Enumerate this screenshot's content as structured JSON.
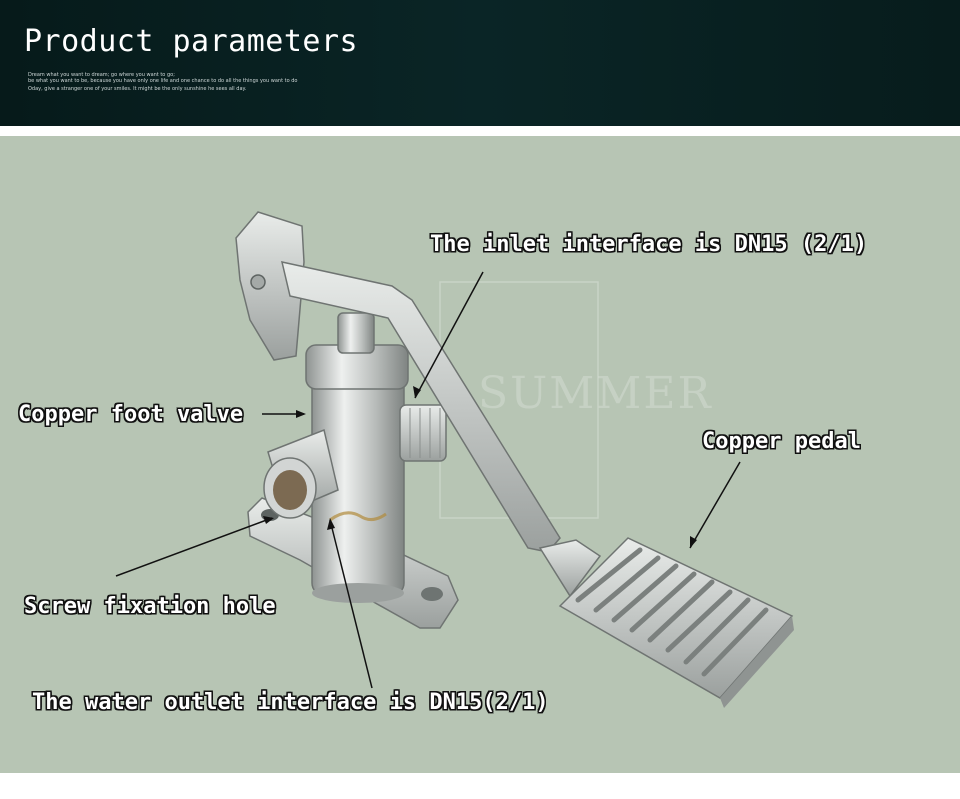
{
  "header": {
    "title": "Product parameters",
    "taglines": [
      "Dream what you want to dream; go where you want to go;",
      "be what you want to be, because you have only one life and one chance to do all the things you want to do",
      "Oday, give a stranger one of your smiles. It might be the only sunshine he sees all day."
    ]
  },
  "watermark": "SUMMER",
  "labels": {
    "inlet": "The inlet interface is DN15 (2/1)",
    "foot_valve": "Copper foot valve",
    "pedal": "Copper pedal",
    "screw_hole": "Screw fixation hole",
    "outlet": "The water outlet interface is DN15(2/1)"
  },
  "colors": {
    "header_bg": "#0a2526",
    "photo_bg": "#b7c5b4",
    "metal": "#c9cccb"
  }
}
